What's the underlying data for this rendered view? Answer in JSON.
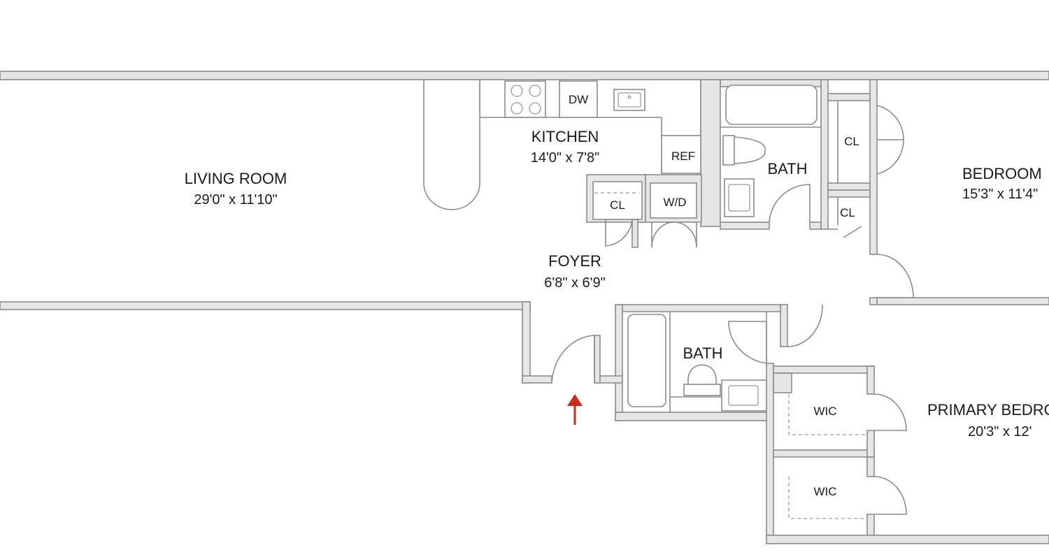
{
  "colors": {
    "wall_fill": "#e6e6e6",
    "wall_line": "#8c8c8c",
    "arrow": "#cc2a1a",
    "text": "#1a1a1a"
  },
  "rooms": {
    "living_room": {
      "name": "LIVING ROOM",
      "dims": "29'0\" x 11'10\""
    },
    "kitchen": {
      "name": "KITCHEN",
      "dims": "14'0\" x 7'8\""
    },
    "foyer": {
      "name": "FOYER",
      "dims": "6'8\" x 6'9\""
    },
    "bedroom": {
      "name": "BEDROOM",
      "dims": "15'3\" x 11'4\""
    },
    "primary_bedroom": {
      "name": "PRIMARY BEDROOM",
      "dims": "20'3\" x 12'"
    },
    "bath_upper": {
      "name": "BATH"
    },
    "bath_lower": {
      "name": "BATH"
    }
  },
  "labels": {
    "dw": "DW",
    "ref": "REF",
    "wd": "W/D",
    "cl_kitchen": "CL",
    "cl_bedroom_upper": "CL",
    "cl_bedroom_lower": "CL",
    "wic_upper": "WIC",
    "wic_lower": "WIC"
  },
  "icons": {
    "entry": "entry-arrow-icon"
  }
}
